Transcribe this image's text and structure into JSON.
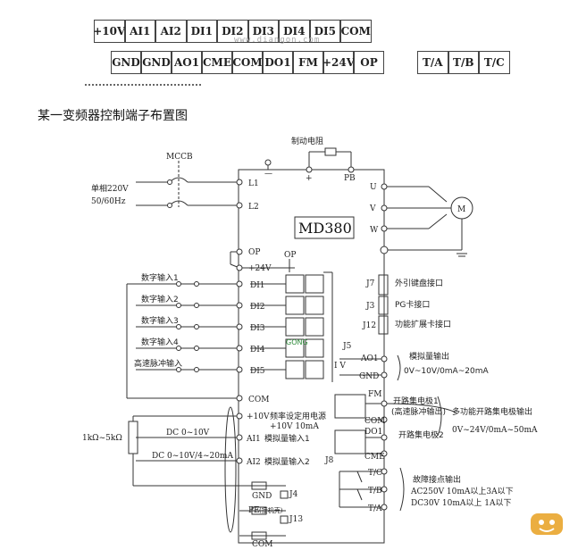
{
  "terminal_strip": {
    "top_row": [
      "+10V",
      "AI1",
      "AI2",
      "DI1",
      "DI2",
      "DI3",
      "DI4",
      "DI5",
      "COM"
    ],
    "bottom_row": [
      "GND",
      "GND",
      "AO1",
      "CME",
      "COM",
      "DO1",
      "FM",
      "+24V",
      "OP"
    ],
    "relay_row": [
      "T/A",
      "T/B",
      "T/C"
    ],
    "watermark": "www.diangon.com"
  },
  "caption": "某一变频器控制端子布置图",
  "diagram": {
    "model": "MD380",
    "brake_resistor": "制动电阻",
    "mccb": "MCCB",
    "supply_line1": "单相220V",
    "supply_line2": "50/60Hz",
    "dc_minus": "—",
    "dc_plus": "+",
    "pb": "PB",
    "l1": "L1",
    "l2": "L2",
    "u": "U",
    "v": "V",
    "w": "W",
    "motor": "M",
    "op": "OP",
    "op2": "OP",
    "plus24": "+24V",
    "di_labels": [
      "DI1",
      "DI2",
      "DI3",
      "DI4",
      "DI5"
    ],
    "di_inputs": [
      "数字输入1",
      "数字输入2",
      "数字输入3",
      "数字输入4",
      "高速脉冲输入"
    ],
    "com": "COM",
    "j7": "J7",
    "j7_desc": "外引键盘接口",
    "j3": "J3",
    "j3_desc": "PG卡接口",
    "j12": "J12",
    "j12_desc": "功能扩展卡接口",
    "j5": "J5",
    "iv": "I V",
    "ao1": "AO1",
    "gnd": "GND",
    "analog_out": "模拟量输出",
    "analog_out_range": "0V~10V/0mA~20mA",
    "plus10": "+10V",
    "freq_supply": "频率设定用电源",
    "freq_supply2": "+10V 10mA",
    "ai1": "AI1",
    "ai1_desc": "模拟量输入1",
    "ai2": "AI2",
    "ai2_desc": "模拟量输入2",
    "pot": "1kΩ~5kΩ",
    "dc_010": "DC 0~10V",
    "dc_010_420": "DC 0~10V/4~20mA",
    "j8": "J8",
    "gnd2": "GND",
    "pe": "PE",
    "pe_note": "(接机壳)",
    "j4": "J4",
    "j13": "J13",
    "com2": "COM",
    "fm": "FM",
    "oc1": "开路集电极1",
    "oc1_desc": "(高速脉冲输出)",
    "com3": "COM",
    "do1": "DO1",
    "cme": "CME",
    "oc2": "开路集电极2",
    "multi_oc": "多功能开路集电极输出",
    "multi_oc_range": "0V~24V/0mA~50mA",
    "tc": "T/C",
    "tb": "T/B",
    "ta": "T/A",
    "fault": "故障接点输出",
    "fault_ac": "AC250V 10mA以上3A以下",
    "fault_dc": "DC30V  10mA以上 1A以下",
    "dc_watermark": "GONG"
  },
  "colors": {
    "line": "#333333",
    "watermark_green": "#2e8b3a",
    "watermark_orange": "#e8a020"
  }
}
